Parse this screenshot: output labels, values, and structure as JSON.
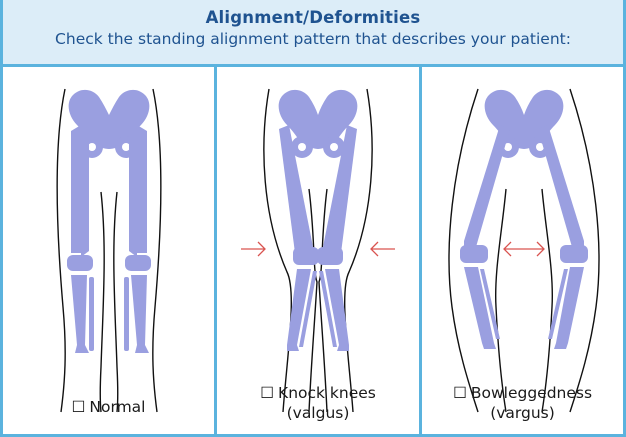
{
  "header": {
    "title": "Alignment/Deformities",
    "subtitle": "Check the standing alignment pattern that describes your patient:"
  },
  "options": [
    {
      "checkbox": "☐",
      "line1": "Normal",
      "line2": ""
    },
    {
      "checkbox": "☐",
      "line1": "Knock knees",
      "line2": "(valgus)"
    },
    {
      "checkbox": "☐",
      "line1": "Bowleggedness",
      "line2": "(vargus)"
    }
  ],
  "colors": {
    "border": "#5bb3de",
    "header_bg": "#dcedf8",
    "header_text": "#1f5390",
    "bone": "#9a9fe0",
    "arrow": "#d9534f"
  }
}
